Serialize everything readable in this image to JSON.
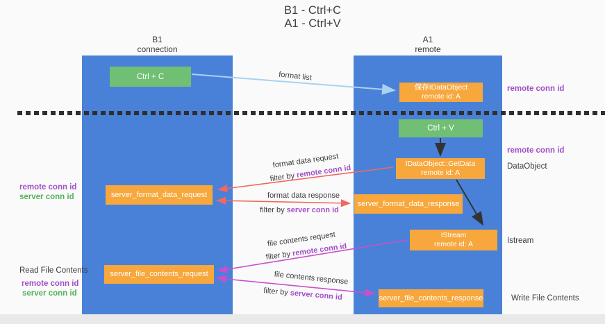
{
  "title": {
    "line1": "B1 - Ctrl+C",
    "line2": "A1 - Ctrl+V"
  },
  "lanes": {
    "left": {
      "name": "B1",
      "role": "connection"
    },
    "right": {
      "name": "A1",
      "role": "remote"
    }
  },
  "nodes": {
    "ctrl_c": "Ctrl + C",
    "ctrl_v": "Ctrl + V",
    "save_dataobject": {
      "line1": "保存IDataObject",
      "line2": "remote id: A"
    },
    "getdata": {
      "line1": "IDataObject::GetData",
      "line2": "remote id: A"
    },
    "istream": {
      "line1": "IStream",
      "line2": "remote id: A"
    },
    "server_format_data_request": "server_format_data_request",
    "server_format_data_response": "server_format_data_response",
    "server_file_contents_request": "server_file_contents_request",
    "server_file_contents_response": "server_file_contents_response"
  },
  "arrow_labels": {
    "format_list": "format list",
    "format_data_request": "format data request",
    "format_data_response": "format data response",
    "file_contents_request": "file contents request",
    "file_contents_response": "file contents response",
    "filter_by": "filter by",
    "remote_conn_id": "remote conn id",
    "server_conn_id": "server conn id"
  },
  "side_labels": {
    "remote_conn_id_top": "remote conn id",
    "remote_conn_id_mid": "remote conn id",
    "dataobject": "DataObject",
    "istream": "Istream",
    "read_file_contents": "Read File Contents",
    "write_file_contents": "Write File Contents",
    "left_remote_conn_id": "remote conn id",
    "left_server_conn_id": "server conn id"
  },
  "colors": {
    "lane_blue": "#4a81d8",
    "box_green": "#70bf74",
    "box_orange": "#f7a73c",
    "arrow_lightblue": "#a8d2f0",
    "arrow_red": "#f0685e",
    "arrow_magenta": "#cb4ecd",
    "label_purple": "#a24fc8",
    "label_green": "#53b25a",
    "dashed_line": "#2f2f2f"
  }
}
